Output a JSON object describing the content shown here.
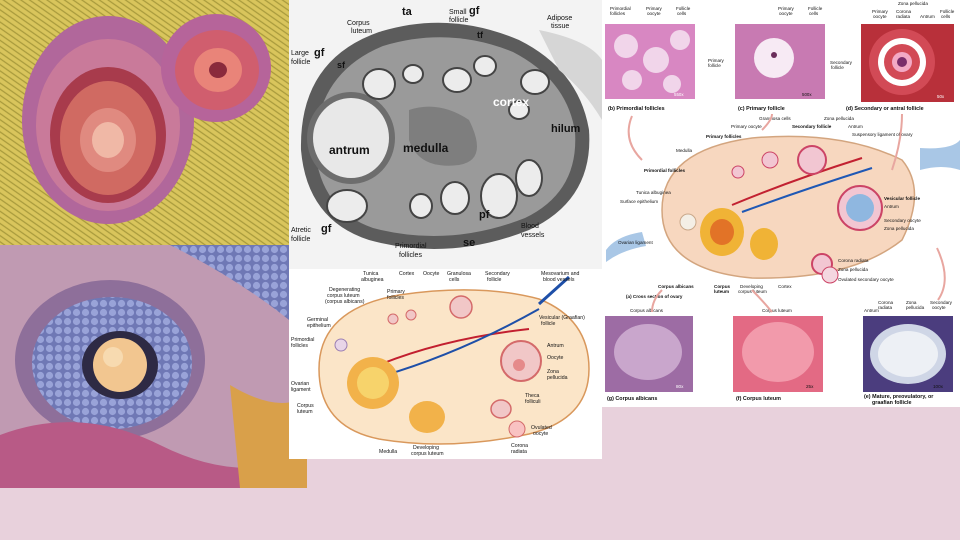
{
  "micrograph": {
    "labels": {
      "ta": "ta",
      "corpus_luteum": "Corpus\nluteum",
      "small_follicle": "Small",
      "small_follicle2": "follicle",
      "gf_top": "gf",
      "tf": "tf",
      "adipose": "Adipose\ntissue",
      "large": "Large",
      "follicle": "follicle",
      "gf_left": "gf",
      "sf": "sf",
      "cortex": "cortex",
      "hilum": "hilum",
      "antrum": "antrum",
      "medulla": "medulla",
      "atretic": "Atretic",
      "atretic2": "follicle",
      "gf_bottom": "gf",
      "pf": "pf",
      "blood": "Blood",
      "vessels": "vessels",
      "primordial": "Primordial",
      "follicles": "follicles",
      "se": "se"
    }
  },
  "diagram": {
    "labels": {
      "tunica": "Tunica\nalbuginea",
      "cortex": "Cortex",
      "oocyte": "Oocyte",
      "granulosa": "Granulosa\ncells",
      "secondary": "Secondary\nfollicle",
      "mesovarium": "Mesovarium and\nblood vessels",
      "degenerating": "Degenerating\ncorpus luteum\n(corpus albicans)",
      "primary": "Primary\nfollicles",
      "germinal": "Germinal\nepithelium",
      "primordial": "Primordial\nfollicles",
      "ovarian_lig": "Ovarian\nligament",
      "corpus_luteum": "Corpus\nluteum",
      "vesicular": "Vesicular (Graafian)\nfollicle",
      "antrum": "Antrum",
      "oocyte2": "Oocyte",
      "zona": "Zona\npellucida",
      "theca": "Theca\nfolliculi",
      "medulla": "Medulla",
      "developing": "Developing\ncorpus luteum",
      "ovulated": "Ovulated\noocyte",
      "corona": "Corona\nradiata"
    }
  },
  "plate": {
    "top_captions": {
      "a": "(b) Primordial follicles",
      "b": "(c) Primary follicle",
      "c": "(d) Secondary or antral follicle"
    },
    "top_labels": {
      "primordial_follicles": "Primordial\nfollicles",
      "primary_oocyte": "Primary\noocyte",
      "follicle_cells": "Follicle\ncells",
      "primary_oocyte2": "Primary\noocyte",
      "follicle_cells2": "Follicle\ncells",
      "primary_follicle": "Primary\nfollicle",
      "zona_pellucida": "Zona pellucida",
      "primary_oocyte3": "Primary\noocyte",
      "corona_radiata": "Corona\nradiata",
      "antrum": "Antrum",
      "follicle_cells3": "Follicle\ncells",
      "secondary_follicle": "Secondary\nfollicle",
      "mag1": "550x",
      "mag2": "500x",
      "mag3": "50x"
    },
    "center_labels": {
      "granulosa": "Granulosa cells",
      "zona": "Zona pellucida",
      "primary_oocyte": "Primary oocyte",
      "primary_follicles": "Primary follicles",
      "secondary_follicle": "Secondary follicle",
      "antrum": "Antrum",
      "suspensory": "Suspensory ligament of ovary",
      "medulla": "Medulla",
      "primordial": "Primordial follicles",
      "tunica": "Tunica albuginea",
      "surface": "Surface epithelium",
      "ovarian_lig": "Ovarian ligament",
      "vesicular": "Vesicular follicle",
      "antrum2": "Antrum",
      "secondary_oocyte": "Secondary oocyte",
      "zona2": "Zona pellucida",
      "corona": "Corona radiata",
      "zona3": "Zona pellucida",
      "ovulated": "Ovulated secondary oocyte",
      "corpus_albicans": "Corpus albicans",
      "corpus_luteum": "Corpus\nluteum",
      "developing": "Developing\ncorpus luteum",
      "cortex": "Cortex",
      "cross_section": "(a) Cross section of ovary"
    },
    "bottom_labels": {
      "corpus_albicans": "Corpus albicans",
      "corpus_luteum": "Corpus luteum",
      "corona_radiata": "Corona\nradiata",
      "antrum": "Antrum",
      "zona_pellucida": "Zona\npellucida",
      "secondary_oocyte": "Secondary\noocyte",
      "mag4": "80x",
      "mag5": "25x",
      "mag6": "100x"
    },
    "bottom_captions": {
      "g": "(g) Corpus albicans",
      "f": "(f) Corpus luteum",
      "e": "(e) Mature, preovulatory, or\ngraafian follicle"
    }
  }
}
